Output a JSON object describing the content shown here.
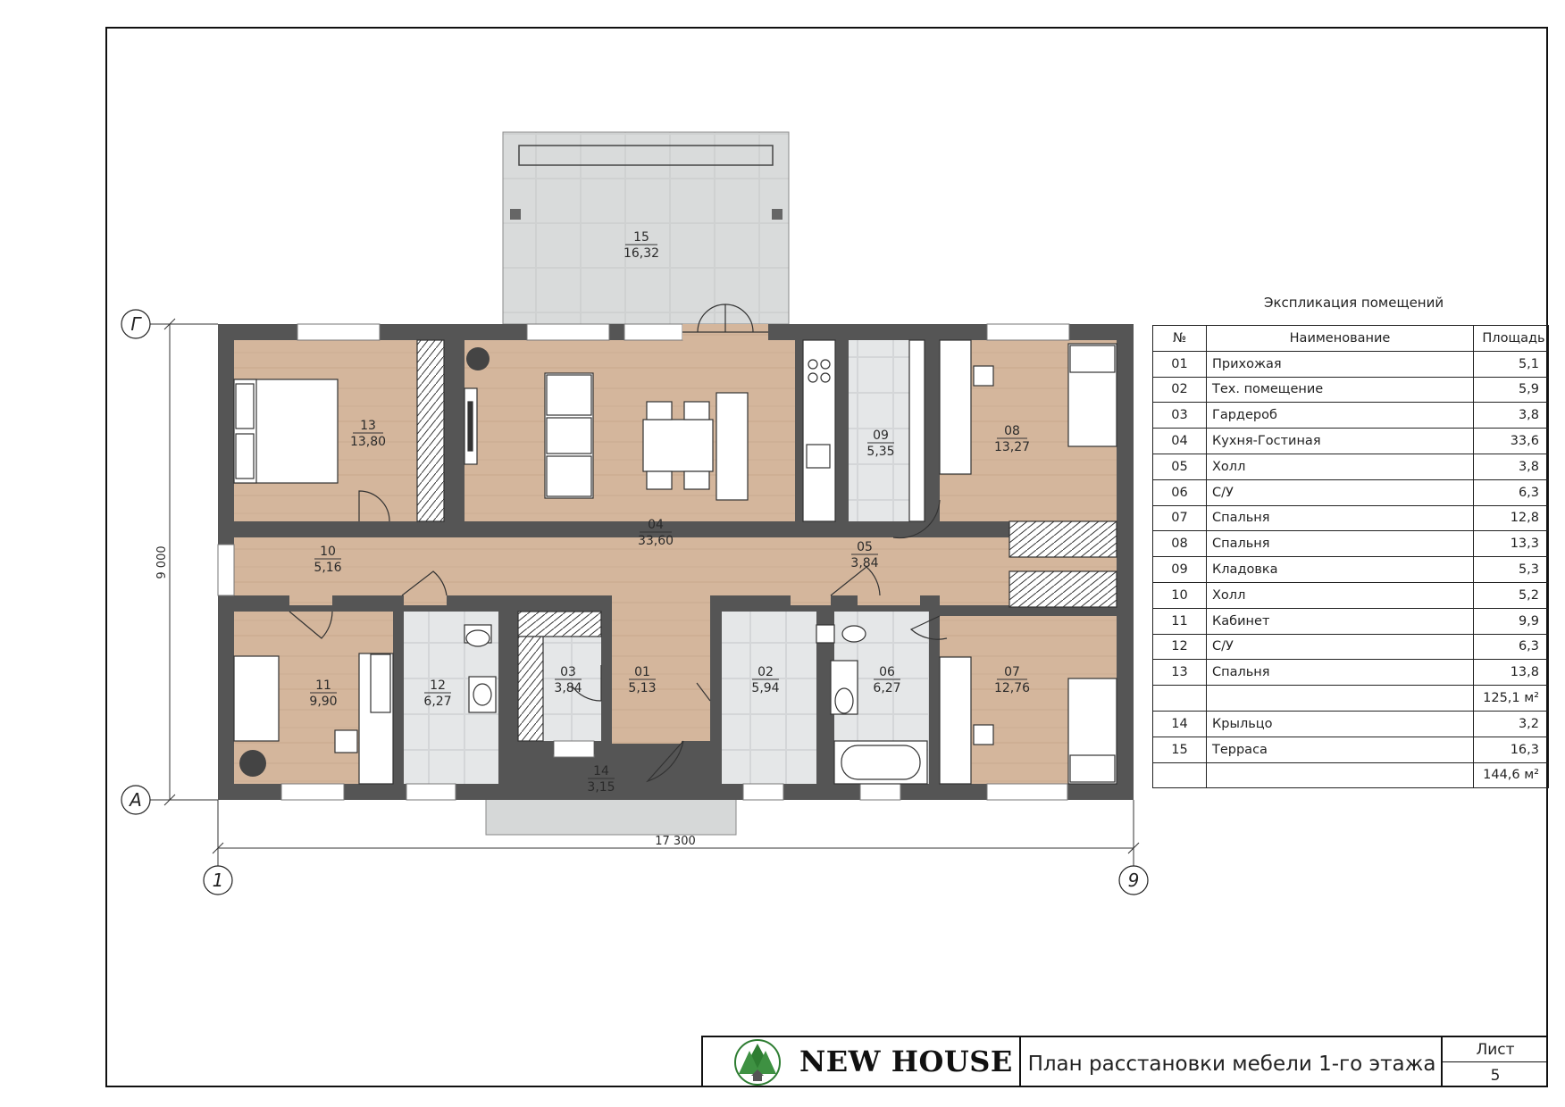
{
  "rooms": [
    {
      "num": "01",
      "area": "5,13"
    },
    {
      "num": "02",
      "area": "5,94"
    },
    {
      "num": "03",
      "area": "3,84"
    },
    {
      "num": "04",
      "area": "33,60"
    },
    {
      "num": "05",
      "area": "3,84"
    },
    {
      "num": "06",
      "area": "6,27"
    },
    {
      "num": "07",
      "area": "12,76"
    },
    {
      "num": "08",
      "area": "13,27"
    },
    {
      "num": "09",
      "area": "5,35"
    },
    {
      "num": "10",
      "area": "5,16"
    },
    {
      "num": "11",
      "area": "9,90"
    },
    {
      "num": "12",
      "area": "6,27"
    },
    {
      "num": "13",
      "area": "13,80"
    },
    {
      "num": "14",
      "area": "3,15"
    },
    {
      "num": "15",
      "area": "16,32"
    }
  ],
  "dimensions": {
    "width": "17 300",
    "depth": "9 000"
  },
  "axes": {
    "top": "Г",
    "bottom": "А",
    "left": "1",
    "right": "9"
  },
  "explication": {
    "title": "Экспликация помещений",
    "headers": {
      "num": "№",
      "name": "Наименование",
      "area": "Площадь"
    },
    "rows": [
      {
        "num": "01",
        "name": "Прихожая",
        "area": "5,1"
      },
      {
        "num": "02",
        "name": "Тех. помещение",
        "area": "5,9"
      },
      {
        "num": "03",
        "name": "Гардероб",
        "area": "3,8"
      },
      {
        "num": "04",
        "name": "Кухня-Гостиная",
        "area": "33,6"
      },
      {
        "num": "05",
        "name": "Холл",
        "area": "3,8"
      },
      {
        "num": "06",
        "name": "С/У",
        "area": "6,3"
      },
      {
        "num": "07",
        "name": "Спальня",
        "area": "12,8"
      },
      {
        "num": "08",
        "name": "Спальня",
        "area": "13,3"
      },
      {
        "num": "09",
        "name": "Кладовка",
        "area": "5,3"
      },
      {
        "num": "10",
        "name": "Холл",
        "area": "5,2"
      },
      {
        "num": "11",
        "name": "Кабинет",
        "area": "9,9"
      },
      {
        "num": "12",
        "name": "С/У",
        "area": "6,3"
      },
      {
        "num": "13",
        "name": "Спальня",
        "area": "13,8"
      },
      {
        "num": "",
        "name": "",
        "area": "125,1 м²"
      },
      {
        "num": "14",
        "name": "Крыльцо",
        "area": "3,2"
      },
      {
        "num": "15",
        "name": "Терраса",
        "area": "16,3"
      },
      {
        "num": "",
        "name": "",
        "area": "144,6 м²"
      }
    ]
  },
  "title_block": {
    "logo_text": "NEW HOUSE",
    "sheet_title": "План расстановки мебели 1-го этажа",
    "sheet_label": "Лист",
    "sheet_number": "5"
  },
  "colors": {
    "floor_wood": "#d4b69c",
    "floor_tile": "#e4e6e7",
    "terrace": "#dadcdc",
    "wall": "#555555",
    "furniture": "#ffffff"
  }
}
